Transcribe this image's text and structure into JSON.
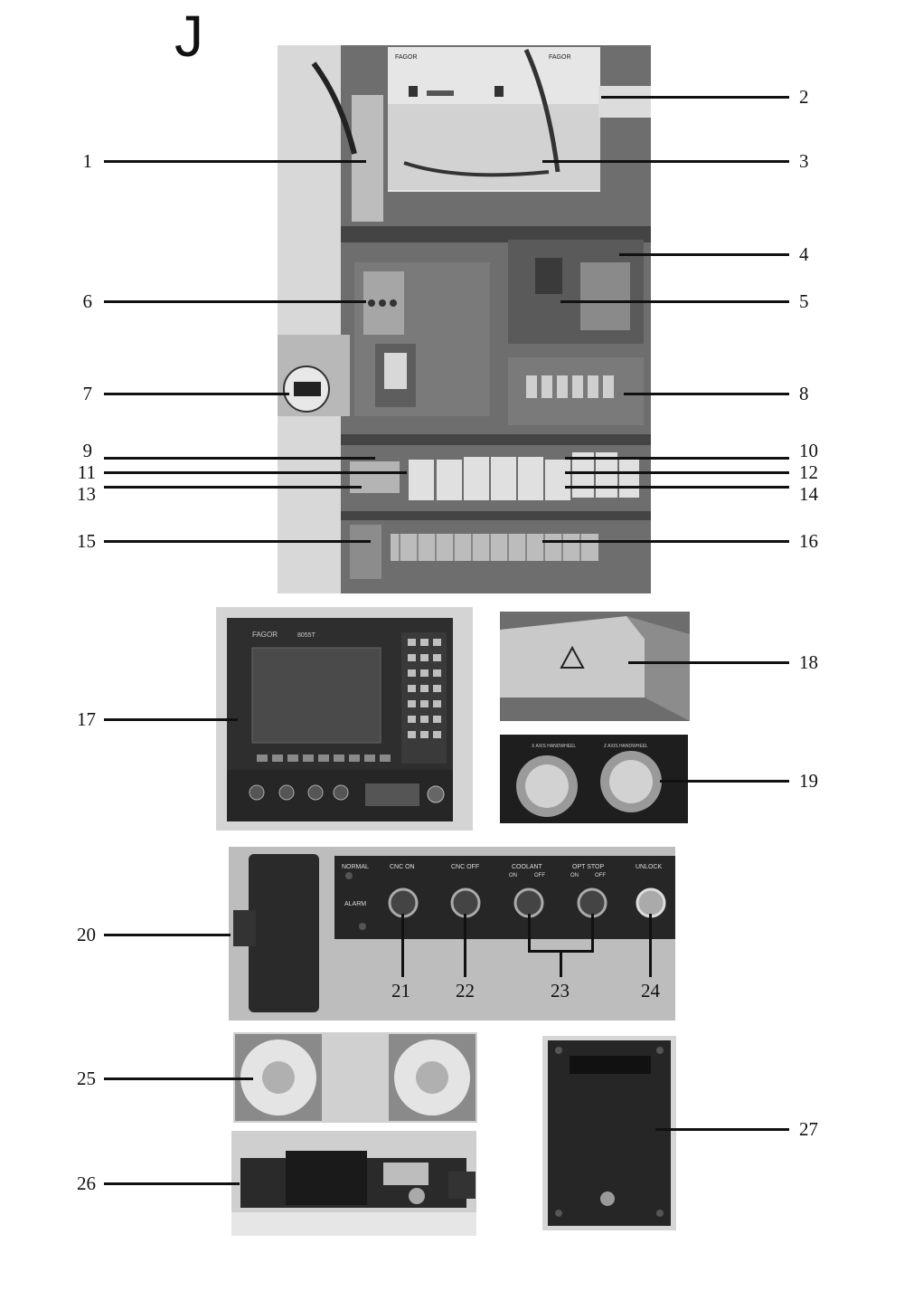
{
  "section_letter": "J",
  "callouts": {
    "c1": "1",
    "c2": "2",
    "c3": "3",
    "c4": "4",
    "c5": "5",
    "c6": "6",
    "c7": "7",
    "c8": "8",
    "c9": "9",
    "c10": "10",
    "c11": "11",
    "c12": "12",
    "c13": "13",
    "c14": "14",
    "c15": "15",
    "c16": "16",
    "c17": "17",
    "c18": "18",
    "c19": "19",
    "c20": "20",
    "c21": "21",
    "c22": "22",
    "c23": "23",
    "c24": "24",
    "c25": "25",
    "c26": "26",
    "c27": "27"
  },
  "photo_text": {
    "drive_brand_left": "FAGOR",
    "drive_brand_right": "FAGOR",
    "cnc_brand": "FAGOR",
    "cnc_model": "8055T",
    "x_handwheel": "X AXIS HANDWHEEL",
    "z_handwheel": "Z AXIS HANDWHEEL",
    "normal": "NORMAL",
    "alarm": "ALARM",
    "cnc_on": "CNC ON",
    "cnc_off": "CNC OFF",
    "coolant": "COOLANT",
    "coolant_on": "ON",
    "coolant_off": "OFF",
    "opt_stop": "OPT STOP",
    "opt_on": "ON",
    "opt_off": "OFF",
    "unlock": "UNLOCK"
  },
  "colors": {
    "ink": "#111111",
    "photo_bg": "#c8c8c8"
  }
}
